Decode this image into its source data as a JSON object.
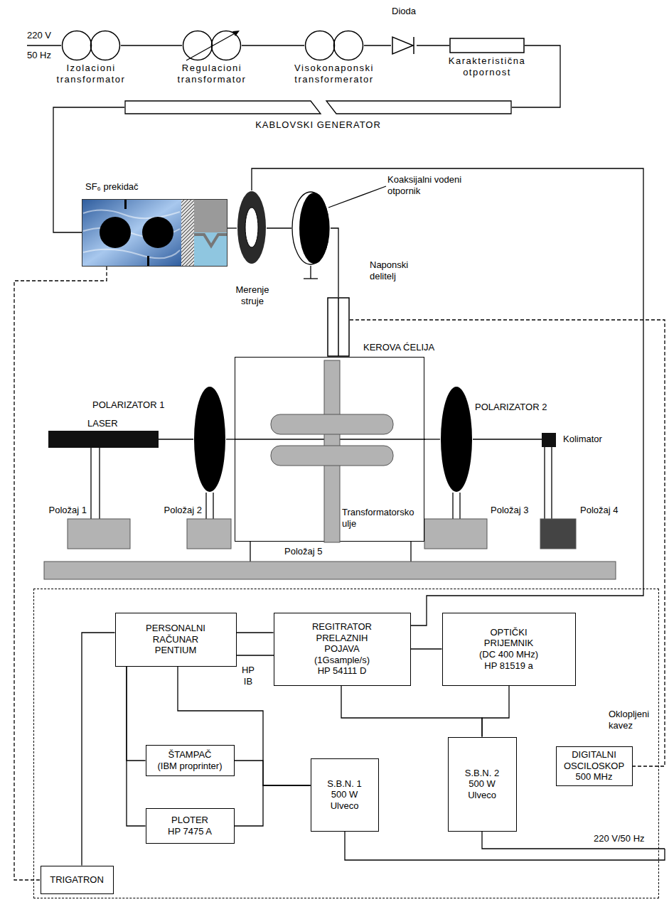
{
  "diagram": {
    "nodes": [
      {
        "text": [
          "Izolacioni transformator"
        ]
      },
      {
        "text": [
          "Regulacioni transformator"
        ]
      },
      {
        "text": [
          "Visokonaponski transformerator"
        ]
      },
      {
        "text": [
          "Dioda"
        ]
      },
      {
        "text": [
          "Karakteristična otpornost"
        ]
      },
      {
        "text": [
          "KABLOVSKI GENERATOR"
        ]
      },
      {
        "text": [
          "SF₆ prekidač"
        ]
      },
      {
        "text": [
          "Merenje struje"
        ]
      },
      {
        "text": [
          "Koaksijalni vodeni otpornik"
        ]
      },
      {
        "text": [
          "Naponski delitelj"
        ]
      },
      {
        "text": [
          "KEROVA ĆELIJA",
          "Transformatorsko ulje"
        ]
      },
      {
        "text": [
          "POLARIZATOR 1"
        ]
      },
      {
        "text": [
          "LASER"
        ]
      },
      {
        "text": [
          "POLARIZATOR 2"
        ]
      },
      {
        "text": [
          "Kolimator"
        ]
      },
      {
        "text": [
          "Oklopljeni kavez"
        ]
      },
      {
        "text": [
          "PERSONALNI RAČUNAR PENTIUM"
        ],
        "in": 15
      },
      {
        "text": [
          "REGITRATOR PRELAZNIH POJAVA",
          "(1Gsample/s)",
          "HP 54111 D"
        ],
        "in": 15
      },
      {
        "text": [
          "OPTIČKI PRIJEMNIK",
          "(DC 400 MHz)",
          "HP 81519 a"
        ],
        "in": 15
      },
      {
        "text": [
          "ŠTAMPAČ",
          "(IBM proprinter)"
        ],
        "in": 15
      },
      {
        "text": [
          "PLOTER",
          "HP 7475 A"
        ],
        "in": 15
      },
      {
        "text": [
          "S.B.N. 1",
          "500 W",
          "Ulveco"
        ],
        "in": 15
      },
      {
        "text": [
          "S.B.N. 2",
          "500 W",
          "Ulveco"
        ],
        "in": 15
      },
      {
        "text": [
          "DIGITALNI OSCILOSKOP",
          "500 MHz"
        ],
        "in": 15
      },
      {
        "text": [
          "TRIGATRON"
        ],
        "in": 15
      }
    ],
    "edges": [
      {
        "from": 0,
        "to": 1,
        "arrow": "none"
      },
      {
        "from": 1,
        "to": 2,
        "arrow": "none"
      },
      {
        "from": 2,
        "to": 3,
        "arrow": "none"
      },
      {
        "from": 3,
        "to": 4,
        "arrow": "none"
      },
      {
        "from": 4,
        "to": 5,
        "arrow": "none"
      },
      {
        "from": 5,
        "to": 6,
        "arrow": "none"
      },
      {
        "from": 6,
        "to": 7,
        "arrow": "none"
      },
      {
        "from": 7,
        "to": 8,
        "arrow": "none"
      },
      {
        "from": 8,
        "to": 9,
        "arrow": "none"
      },
      {
        "from": 9,
        "to": 10,
        "arrow": "none"
      },
      {
        "from": 12,
        "to": 11,
        "arrow": "none"
      },
      {
        "from": 11,
        "to": 10,
        "arrow": "none"
      },
      {
        "from": 10,
        "to": 13,
        "arrow": "none"
      },
      {
        "from": 13,
        "to": 14,
        "arrow": "none"
      },
      {
        "from": 7,
        "to": 17,
        "arrow": "none"
      },
      {
        "from": 9,
        "to": 23,
        "arrow": "none"
      },
      {
        "from": 6,
        "to": 24,
        "arrow": "none"
      },
      {
        "from": 16,
        "to": 17,
        "arrow": "none"
      },
      {
        "from": 17,
        "to": 18,
        "arrow": "none"
      },
      {
        "from": 16,
        "to": 24,
        "arrow": "none"
      },
      {
        "from": 16,
        "to": 19,
        "arrow": "none"
      },
      {
        "from": 16,
        "to": 20,
        "arrow": "none"
      },
      {
        "from": 21,
        "to": 16,
        "arrow": "none"
      },
      {
        "from": 21,
        "to": 19,
        "arrow": "none"
      },
      {
        "from": 21,
        "to": 20,
        "arrow": "none"
      },
      {
        "from": 22,
        "to": 17,
        "arrow": "none"
      },
      {
        "from": 22,
        "to": 18,
        "arrow": "none"
      }
    ],
    "labels": [
      "220 V",
      "50 Hz",
      "Položaj 1",
      "Položaj 2",
      "Položaj 3",
      "Položaj 4",
      "Položaj 5",
      "HP IB",
      "220 V/50 Hz"
    ]
  }
}
